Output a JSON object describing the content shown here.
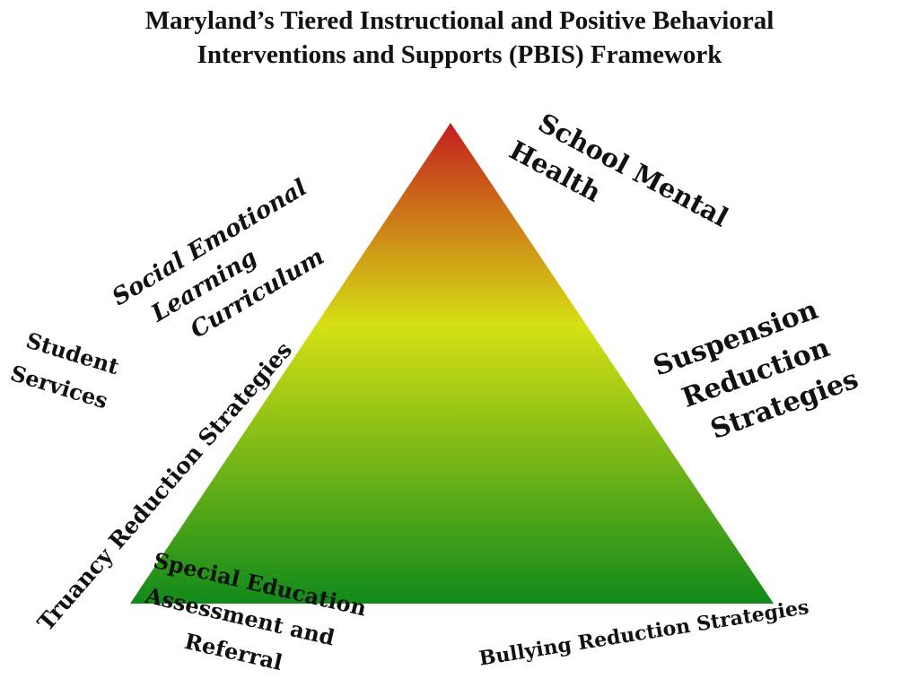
{
  "title": {
    "line1": "Maryland’s Tiered Instructional and Positive Behavioral",
    "line2": "Interventions and Supports (PBIS) Framework"
  },
  "pyramid": {
    "colors": {
      "top": "#c41e1e",
      "middle": "#d6e014",
      "bottom": "#118a1a"
    }
  },
  "labels": {
    "sel": {
      "line1": "Social Emotional",
      "line2": "Learning",
      "line3": "Curriculum"
    },
    "student_services": {
      "line1": "Student",
      "line2": "Services"
    },
    "truancy": "Truancy Reduction Strategies",
    "special_ed": {
      "line1": "Special Education",
      "line2": "Assessment and",
      "line3": "Referral"
    },
    "school_mental_health": {
      "line1": "School Mental",
      "line2": "Health"
    },
    "suspension": {
      "line1": "Suspension",
      "line2": "Reduction",
      "line3": "Strategies"
    },
    "bullying": "Bullying Reduction Strategies"
  }
}
